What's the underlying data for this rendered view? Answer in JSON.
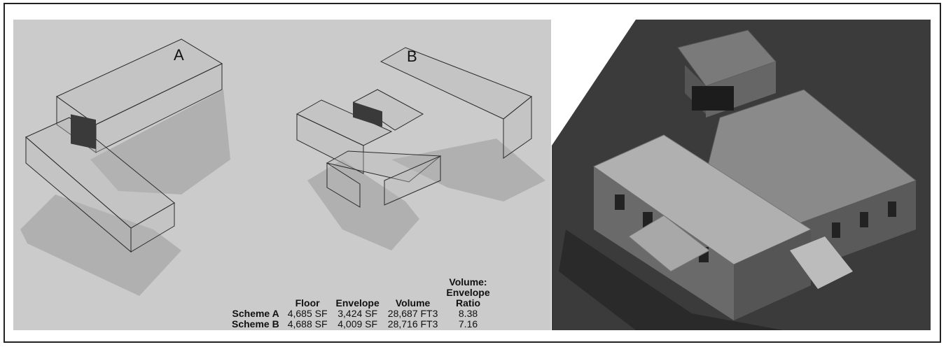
{
  "diagram": {
    "label_a": "A",
    "label_b": "B"
  },
  "table": {
    "headers": [
      "",
      "Floor",
      "Envelope",
      "Volume",
      "Volume:\nEnvelope\nRatio"
    ],
    "rows": [
      {
        "scheme": "Scheme A",
        "floor": "4,685 SF",
        "envelope": "3,424 SF",
        "volume": "28,687 FT3",
        "ratio": "8.38"
      },
      {
        "scheme": "Scheme B",
        "floor": "4,688 SF",
        "envelope": "4,009 SF",
        "volume": "28,716 FT3",
        "ratio": "7.16"
      }
    ]
  },
  "colors": {
    "background": "#c9c9c9",
    "line": "#2a2a2a",
    "render_dark": "#4a4a4a"
  }
}
